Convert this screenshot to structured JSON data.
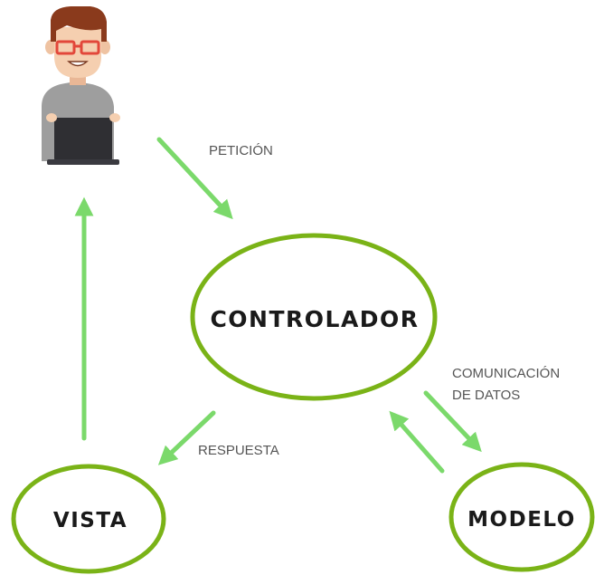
{
  "nodes": {
    "controlador": "CONTROLADOR",
    "vista": "VISTA",
    "modelo": "MODELO"
  },
  "edges": {
    "peticion": "PETICIÓN",
    "respuesta": "RESPUESTA",
    "comunicacion_line1": "COMUNICACIÓN",
    "comunicacion_line2": "DE DATOS"
  },
  "colors": {
    "ellipse_stroke": "#7ab317",
    "arrow": "#7bd96b",
    "hair": "#8a3a1c",
    "skin": "#f5cfb0",
    "glasses": "#e2473a",
    "shirt": "#9e9e9e",
    "laptop": "#2f2f33"
  },
  "icons": {
    "user": "user-with-laptop-icon"
  }
}
